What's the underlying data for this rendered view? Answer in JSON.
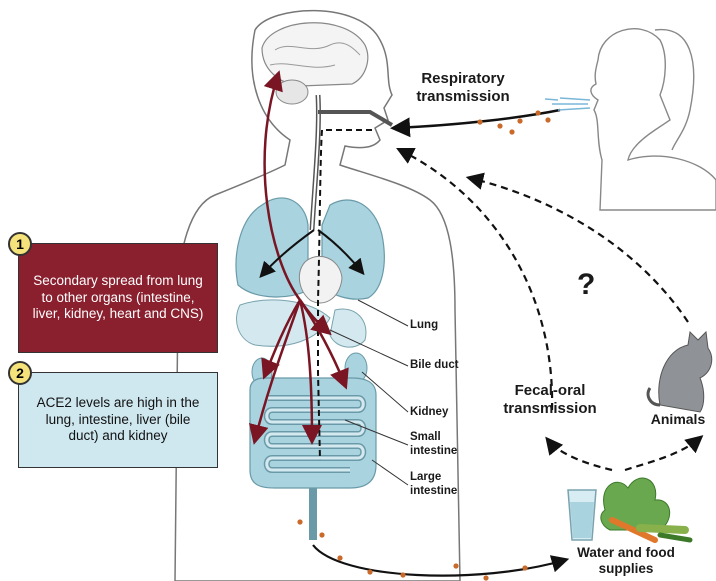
{
  "labels": {
    "respiratory": "Respiratory\ntransmission",
    "fecal_oral": "Fecal-oral\ntransmission",
    "animals": "Animals",
    "water_food": "Water and food\nsupplies",
    "question": "?"
  },
  "organs": {
    "lung": "Lung",
    "bile_duct": "Bile duct",
    "kidney": "Kidney",
    "small_intestine": "Small\nintestine",
    "large_intestine": "Large\nintestine"
  },
  "boxes": {
    "box1": {
      "number": "1",
      "text": "Secondary spread from lung to other organs (intestine, liver, kidney, heart and CNS)",
      "bg": "#8a1f2e",
      "fg": "#ffffff"
    },
    "box2": {
      "number": "2",
      "text": "ACE2 levels are high in the lung, intestine, liver (bile duct) and kidney",
      "bg": "#cfe8f0",
      "fg": "#111111"
    }
  },
  "colors": {
    "arrow_red": "#7a1624",
    "organ_blue": "#a9d3df",
    "outline": "#555555"
  }
}
